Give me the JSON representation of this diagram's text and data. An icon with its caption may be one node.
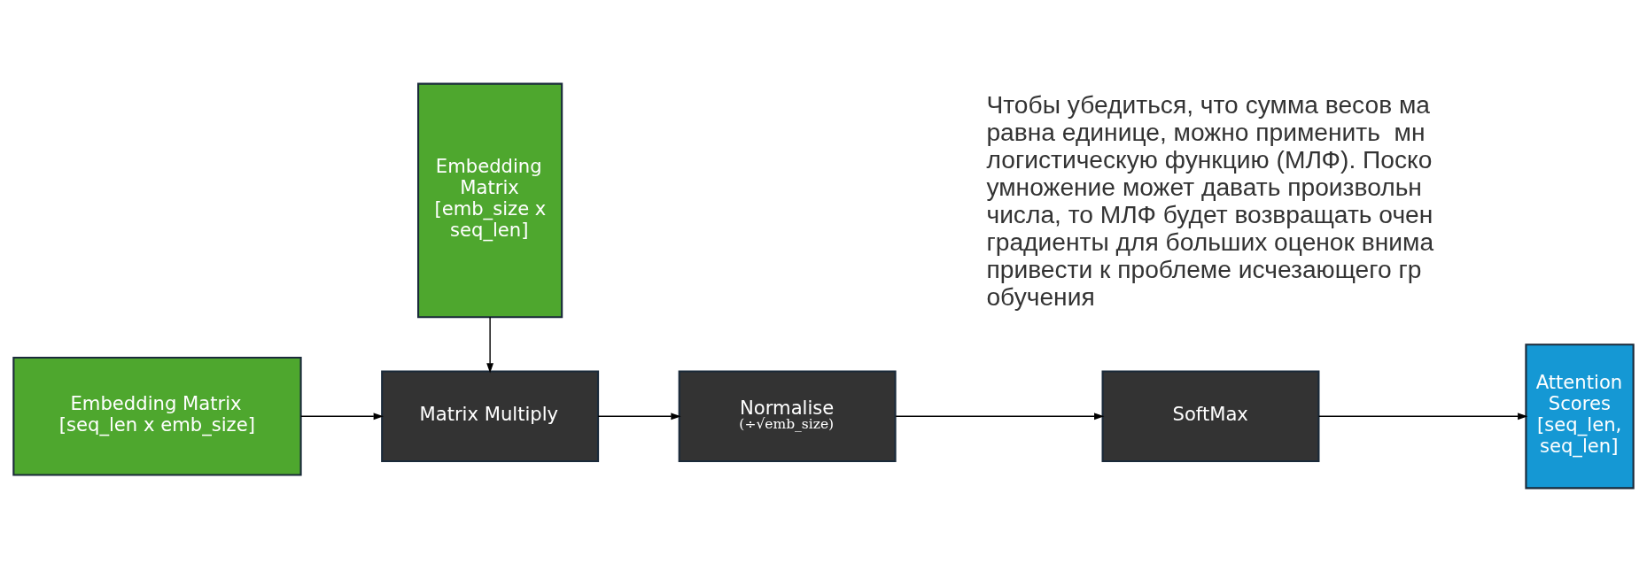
{
  "diagram": {
    "nodes": [
      {
        "text": [
          "Embedding Matrix [seq_len x emb_size]"
        ]
      },
      {
        "text": [
          "Embedding Matrix [emb_size x seq_len]"
        ]
      },
      {
        "text": [
          "Matrix Multiply"
        ]
      },
      {
        "text": [
          "Normalise",
          "(÷√emb_size)"
        ]
      },
      {
        "text": [
          "SoftMax"
        ]
      },
      {
        "text": [
          "Attention Scores [seq_len, seq_len]"
        ]
      }
    ],
    "edges": [
      {
        "from": 0,
        "to": 2,
        "arrow": "to"
      },
      {
        "from": 1,
        "to": 2,
        "arrow": "to"
      },
      {
        "from": 2,
        "to": 3,
        "arrow": "to"
      },
      {
        "from": 3,
        "to": 4,
        "arrow": "to"
      },
      {
        "from": 4,
        "to": 5,
        "arrow": "to"
      }
    ],
    "labels": [
      "Чтобы убедиться, что сумма весов ма равна единице, можно применить  мн логистическую функцию (МЛФ). Поско умножение может давать произвольн числа, то МЛФ будет возвращать очен градиенты для больших оценок внима привести к проблеме исчезающего гр обучения"
    ]
  }
}
